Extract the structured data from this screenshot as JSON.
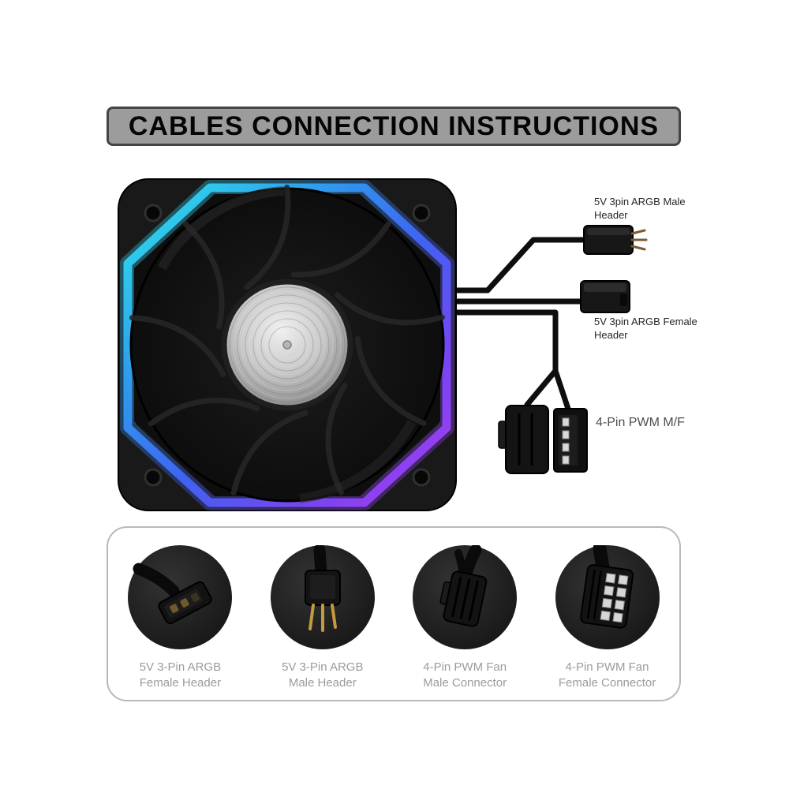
{
  "title": "CABLES CONNECTION INSTRUCTIONS",
  "callouts": {
    "argb_male": {
      "line1": "5V 3pin ARGB Male",
      "line2": "Header"
    },
    "argb_female": {
      "line1": "5V 3pin ARGB Female",
      "line2": "Header"
    },
    "pwm": {
      "label": "4-Pin PWM M/F"
    }
  },
  "legend": {
    "items": [
      {
        "icon": "argb-female-header-icon",
        "line1": "5V 3-Pin ARGB",
        "line2": "Female Header"
      },
      {
        "icon": "argb-male-header-icon",
        "line1": "5V 3-Pin ARGB",
        "line2": "Male Header"
      },
      {
        "icon": "pwm-male-connector-icon",
        "line1": "4-Pin PWM Fan",
        "line2": "Male Connector"
      },
      {
        "icon": "pwm-female-connector-icon",
        "line1": "4-Pin PWM Fan",
        "line2": "Female Connector"
      }
    ]
  },
  "colors": {
    "title_bar_bg": "#9c9c9c",
    "title_text": "#050505",
    "argb_cyan": "#2fe3ea",
    "argb_blue": "#3e63f2",
    "argb_purple": "#a93cf0",
    "fan_frame": "#191919",
    "hub_silver": "#c9c9c9",
    "callout_text_dark": "#262626",
    "callout_text_gray": "#4f4f4f",
    "legend_text_gray": "#9b9b9b",
    "panel_border": "#b9b9b9"
  }
}
